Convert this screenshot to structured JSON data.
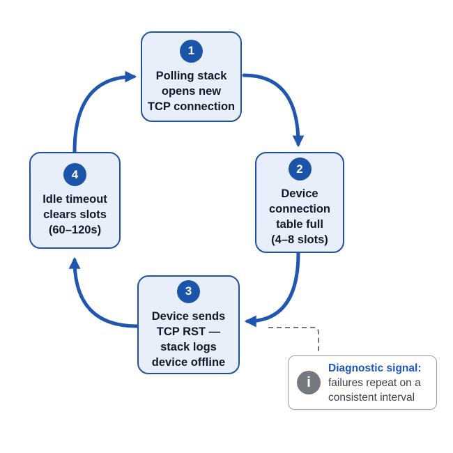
{
  "diagram": {
    "title": "polling-failure-cycle",
    "steps": [
      {
        "number": "1",
        "lines": [
          "Polling stack",
          "opens new",
          "TCP connection"
        ]
      },
      {
        "number": "2",
        "lines": [
          "Device",
          "connection",
          "table full",
          "(4–8 slots)"
        ]
      },
      {
        "number": "3",
        "lines": [
          "Device sends",
          "TCP RST —",
          "stack logs",
          "device offline"
        ]
      },
      {
        "number": "4",
        "lines": [
          "Idle timeout",
          "clears slots",
          "(60–120s)"
        ]
      }
    ],
    "callout": {
      "icon": "info-icon",
      "icon_glyph": "i",
      "title": "Diagnostic signal:",
      "body": "failures repeat on a consistent interval"
    },
    "colors": {
      "arrow_blue": "#1e56b0",
      "box_fill": "#e8effb",
      "box_border": "#1e51a5",
      "badge_fill": "#1b55a9",
      "step_text": "#111827",
      "callout_border": "#9aa1a8",
      "callout_title_blue": "#1d56c2",
      "callout_text": "#3a424c",
      "icon_gray": "#75797f",
      "dashed_gray": "#70767c"
    }
  }
}
